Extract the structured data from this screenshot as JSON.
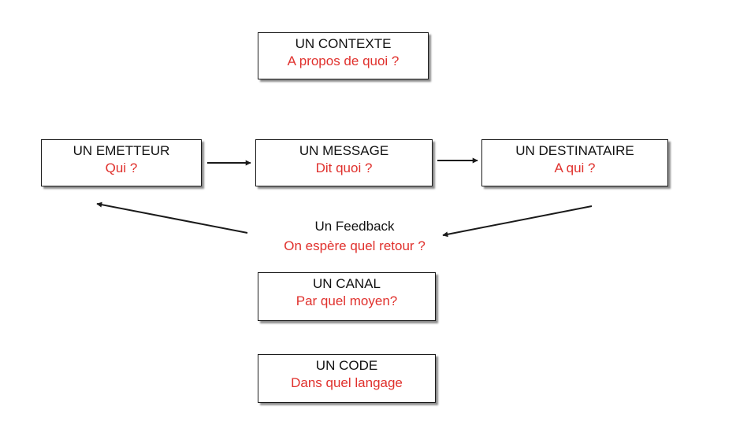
{
  "contexte": {
    "title": "UN CONTEXTE",
    "question": "A propos de quoi ?"
  },
  "emetteur": {
    "title": "UN EMETTEUR",
    "question": "Qui ?"
  },
  "message": {
    "title": "UN MESSAGE",
    "question": "Dit quoi ?"
  },
  "destinataire": {
    "title": "UN DESTINATAIRE",
    "question": "A qui ?"
  },
  "feedback": {
    "title": "Un Feedback",
    "question": "On espère quel retour ?"
  },
  "canal": {
    "title": "UN CANAL",
    "question": "Par quel moyen?"
  },
  "code": {
    "title": "UN CODE",
    "question": "Dans quel langage"
  },
  "colors": {
    "question_text": "#e0312d",
    "title_text": "#111111",
    "border": "#1a1a1a"
  }
}
